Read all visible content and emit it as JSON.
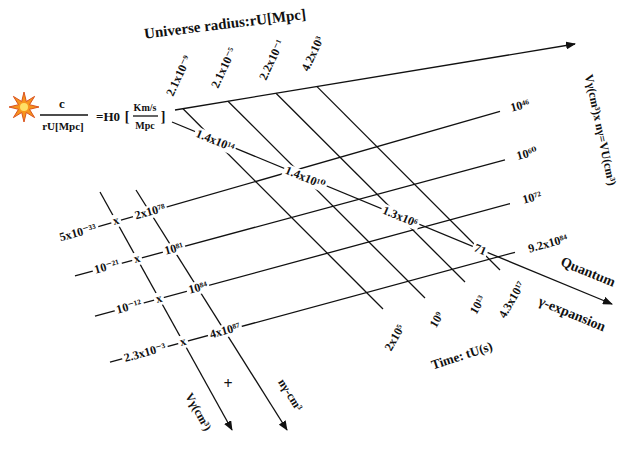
{
  "diagram": {
    "labels": [
      "Universe radius:rU[Mpc]",
      "c",
      "rU[Mpc]",
      "=H0",
      "[",
      "Km/s",
      "Mpc",
      "]",
      "2.1x10⁻⁹",
      "2.1x10⁻⁵",
      "2.2x10⁻¹",
      "4.2x10³",
      "Vγ(cm³)x nγ=VU(cm³)",
      "10⁴⁶",
      "10⁶⁰",
      "10⁷²",
      "9.2x10⁸⁴",
      "1.4x10¹⁴",
      "1.4x10¹⁰",
      "1.3x10⁶",
      "71",
      "Quantum",
      "γ-expansion",
      "5x10⁻³³",
      "x",
      "2x10⁷⁸",
      "10⁻²¹",
      "x",
      "10⁸¹",
      "10⁻¹²",
      "x",
      "10⁸⁴",
      "2.3x10⁻³",
      "x",
      "4x10⁸⁷",
      "2x10⁵",
      "10⁹",
      "10¹³",
      "4.3x10¹⁷",
      "Time: tU(s)",
      "nγ-cm³",
      "Vγ(cm³)",
      "+"
    ]
  }
}
